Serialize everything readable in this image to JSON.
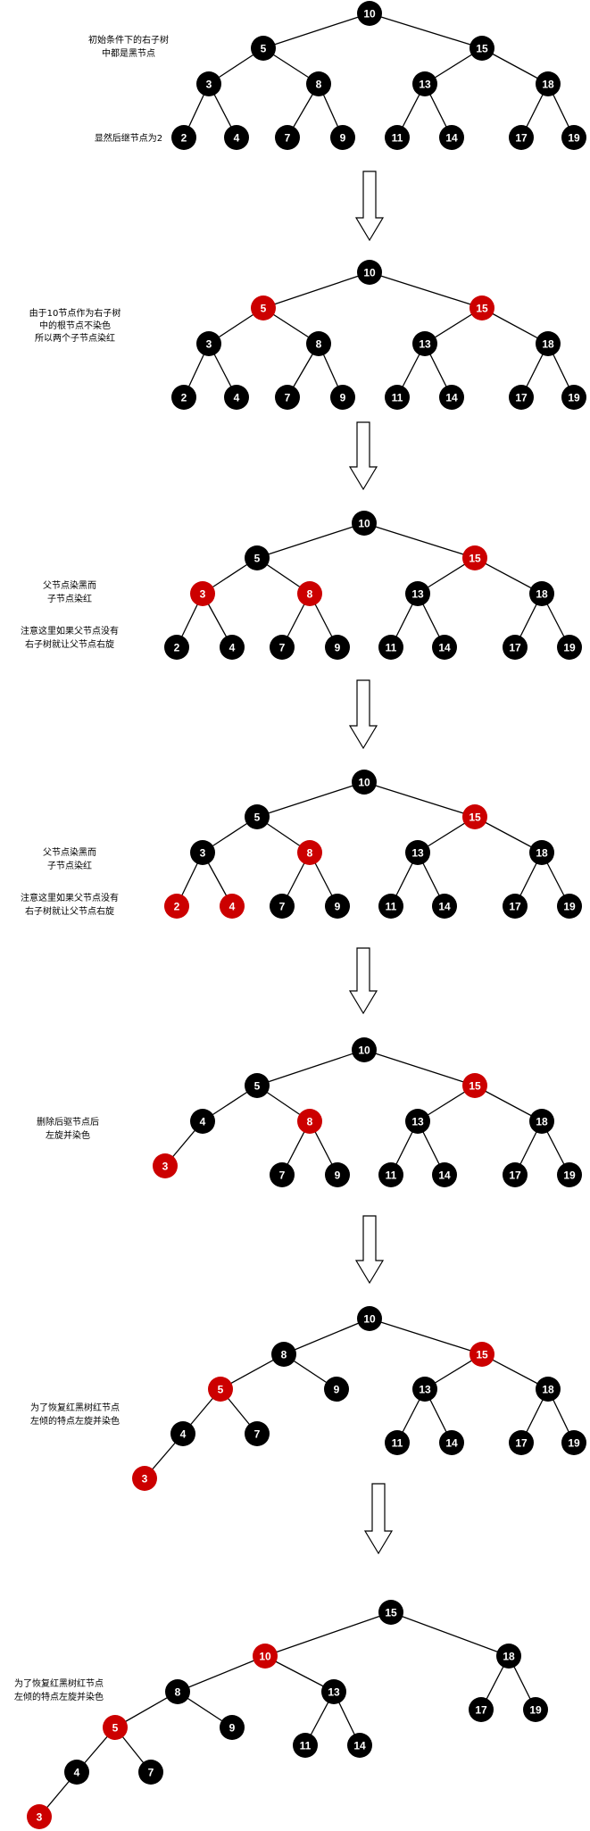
{
  "colors": {
    "black": "#000000",
    "red": "#cc0000",
    "text": "#ffffff"
  },
  "stages": [
    {
      "notes": [
        "初始条件下的右子树",
        "中都是黑节点",
        "显然后继节点为2"
      ],
      "nodes": [
        {
          "id": "10",
          "color": "black"
        },
        {
          "id": "5",
          "color": "black"
        },
        {
          "id": "15",
          "color": "black"
        },
        {
          "id": "3",
          "color": "black"
        },
        {
          "id": "8",
          "color": "black"
        },
        {
          "id": "13",
          "color": "black"
        },
        {
          "id": "18",
          "color": "black"
        },
        {
          "id": "2",
          "color": "black"
        },
        {
          "id": "4",
          "color": "black"
        },
        {
          "id": "7",
          "color": "black"
        },
        {
          "id": "9",
          "color": "black"
        },
        {
          "id": "11",
          "color": "black"
        },
        {
          "id": "14",
          "color": "black"
        },
        {
          "id": "17",
          "color": "black"
        },
        {
          "id": "19",
          "color": "black"
        }
      ]
    },
    {
      "notes": [
        "由于10节点作为右子树",
        "中的根节点不染色",
        "所以两个子节点染红"
      ],
      "nodes": [
        {
          "id": "10",
          "color": "black"
        },
        {
          "id": "5",
          "color": "red"
        },
        {
          "id": "15",
          "color": "red"
        },
        {
          "id": "3",
          "color": "black"
        },
        {
          "id": "8",
          "color": "black"
        },
        {
          "id": "13",
          "color": "black"
        },
        {
          "id": "18",
          "color": "black"
        },
        {
          "id": "2",
          "color": "black"
        },
        {
          "id": "4",
          "color": "black"
        },
        {
          "id": "7",
          "color": "black"
        },
        {
          "id": "9",
          "color": "black"
        },
        {
          "id": "11",
          "color": "black"
        },
        {
          "id": "14",
          "color": "black"
        },
        {
          "id": "17",
          "color": "black"
        },
        {
          "id": "19",
          "color": "black"
        }
      ]
    },
    {
      "notes": [
        "父节点染黑而",
        "子节点染红",
        "注意这里如果父节点没有",
        "右子树就让父节点右旋"
      ],
      "nodes": [
        {
          "id": "10",
          "color": "black"
        },
        {
          "id": "5",
          "color": "black"
        },
        {
          "id": "15",
          "color": "red"
        },
        {
          "id": "3",
          "color": "red"
        },
        {
          "id": "8",
          "color": "red"
        },
        {
          "id": "13",
          "color": "black"
        },
        {
          "id": "18",
          "color": "black"
        },
        {
          "id": "2",
          "color": "black"
        },
        {
          "id": "4",
          "color": "black"
        },
        {
          "id": "7",
          "color": "black"
        },
        {
          "id": "9",
          "color": "black"
        },
        {
          "id": "11",
          "color": "black"
        },
        {
          "id": "14",
          "color": "black"
        },
        {
          "id": "17",
          "color": "black"
        },
        {
          "id": "19",
          "color": "black"
        }
      ]
    },
    {
      "notes": [
        "父节点染黑而",
        "子节点染红",
        "注意这里如果父节点没有",
        "右子树就让父节点右旋"
      ],
      "nodes": [
        {
          "id": "10",
          "color": "black"
        },
        {
          "id": "5",
          "color": "black"
        },
        {
          "id": "15",
          "color": "red"
        },
        {
          "id": "3",
          "color": "black"
        },
        {
          "id": "8",
          "color": "red"
        },
        {
          "id": "13",
          "color": "black"
        },
        {
          "id": "18",
          "color": "black"
        },
        {
          "id": "2",
          "color": "red"
        },
        {
          "id": "4",
          "color": "red"
        },
        {
          "id": "7",
          "color": "black"
        },
        {
          "id": "9",
          "color": "black"
        },
        {
          "id": "11",
          "color": "black"
        },
        {
          "id": "14",
          "color": "black"
        },
        {
          "id": "17",
          "color": "black"
        },
        {
          "id": "19",
          "color": "black"
        }
      ]
    },
    {
      "notes": [
        "删除后驱节点后",
        "左旋并染色"
      ],
      "nodes": [
        {
          "id": "10",
          "color": "black"
        },
        {
          "id": "5",
          "color": "black"
        },
        {
          "id": "15",
          "color": "red"
        },
        {
          "id": "4",
          "color": "black"
        },
        {
          "id": "8",
          "color": "red"
        },
        {
          "id": "13",
          "color": "black"
        },
        {
          "id": "18",
          "color": "black"
        },
        {
          "id": "3",
          "color": "red"
        },
        {
          "id": "7",
          "color": "black"
        },
        {
          "id": "9",
          "color": "black"
        },
        {
          "id": "11",
          "color": "black"
        },
        {
          "id": "14",
          "color": "black"
        },
        {
          "id": "17",
          "color": "black"
        },
        {
          "id": "19",
          "color": "black"
        }
      ]
    },
    {
      "notes": [
        "为了恢复红黑树红节点",
        "左倾的特点左旋并染色"
      ],
      "nodes": [
        {
          "id": "10",
          "color": "black"
        },
        {
          "id": "8",
          "color": "black"
        },
        {
          "id": "15",
          "color": "red"
        },
        {
          "id": "5",
          "color": "red"
        },
        {
          "id": "9",
          "color": "black"
        },
        {
          "id": "13",
          "color": "black"
        },
        {
          "id": "18",
          "color": "black"
        },
        {
          "id": "4",
          "color": "black"
        },
        {
          "id": "7",
          "color": "black"
        },
        {
          "id": "3",
          "color": "red"
        },
        {
          "id": "11",
          "color": "black"
        },
        {
          "id": "14",
          "color": "black"
        },
        {
          "id": "17",
          "color": "black"
        },
        {
          "id": "19",
          "color": "black"
        }
      ]
    },
    {
      "notes": [
        "为了恢复红黑树红节点",
        "左倾的特点左旋并染色"
      ],
      "nodes": [
        {
          "id": "15",
          "color": "black"
        },
        {
          "id": "10",
          "color": "red"
        },
        {
          "id": "18",
          "color": "black"
        },
        {
          "id": "8",
          "color": "black"
        },
        {
          "id": "13",
          "color": "black"
        },
        {
          "id": "17",
          "color": "black"
        },
        {
          "id": "19",
          "color": "black"
        },
        {
          "id": "5",
          "color": "red"
        },
        {
          "id": "9",
          "color": "black"
        },
        {
          "id": "11",
          "color": "black"
        },
        {
          "id": "14",
          "color": "black"
        },
        {
          "id": "4",
          "color": "black"
        },
        {
          "id": "7",
          "color": "black"
        },
        {
          "id": "3",
          "color": "red"
        }
      ]
    }
  ]
}
